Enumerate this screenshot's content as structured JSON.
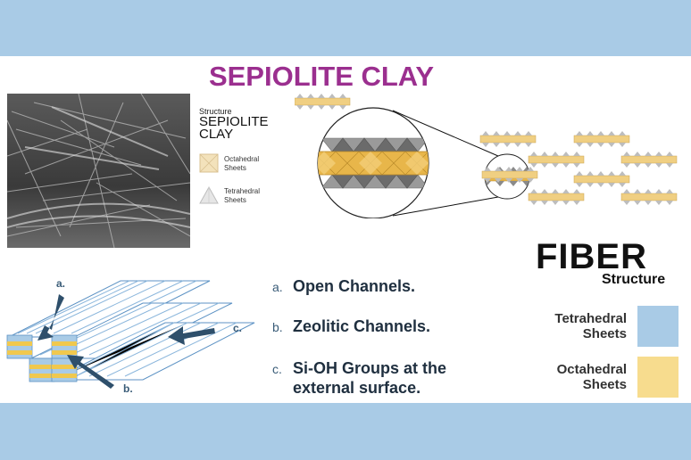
{
  "title": "SEPIOLITE CLAY",
  "structure_legend": {
    "heading_small": "Structure",
    "heading_line1": "SEPIOLITE",
    "heading_line2": "CLAY",
    "items": [
      {
        "label_line1": "Octahedral",
        "label_line2": "Sheets"
      },
      {
        "label_line1": "Tetrahedral",
        "label_line2": "Sheets"
      }
    ]
  },
  "diagram_labels": {
    "a": "a.",
    "b": "b.",
    "c": "c."
  },
  "features": [
    {
      "letter": "a.",
      "text": "Open Channels."
    },
    {
      "letter": "b.",
      "text": "Zeolitic Channels."
    },
    {
      "letter": "c.",
      "text": "Si-OH Groups at the external surface."
    }
  ],
  "fiber": {
    "title": "FIBER",
    "subtitle": "Structure",
    "legend": [
      {
        "line1": "Tetrahedral",
        "line2": "Sheets",
        "color": "#a9cbe6"
      },
      {
        "line1": "Octahedral",
        "line2": "Sheets",
        "color": "#f7dc8e"
      }
    ]
  },
  "colors": {
    "title": "#9b2f8f",
    "band": "#a9cbe6",
    "octahedral": "#e8b64a",
    "tetrahedral": "#8a8a8a",
    "arrow": "#2e4f6b"
  }
}
